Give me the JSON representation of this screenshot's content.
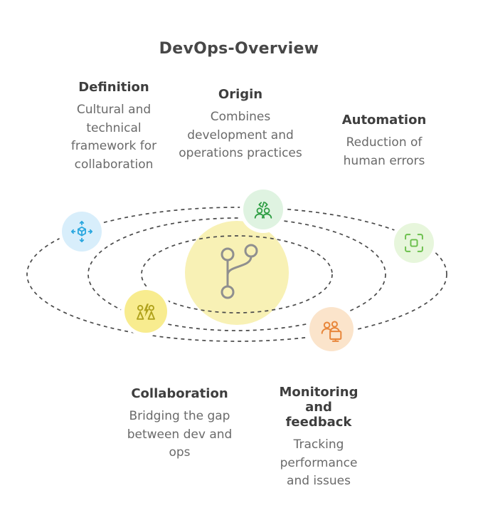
{
  "title": "DevOps-Overview",
  "sections": {
    "definition": {
      "heading": "Definition",
      "body": "Cultural and technical framework for collaboration"
    },
    "origin": {
      "heading": "Origin",
      "body": "Combines development and operations practices"
    },
    "automation": {
      "heading": "Automation",
      "body": "Reduction of human errors"
    },
    "collaboration": {
      "heading": "Collaboration",
      "body": "Bridging the gap between dev and ops"
    },
    "monitoring": {
      "heading": "Monitoring and feedback",
      "body": "Tracking performance and issues"
    }
  },
  "icons": {
    "center": "git-branch-icon",
    "satellites": [
      "cube-arrows-icon",
      "pair-programming-icon",
      "scan-frame-icon",
      "team-energy-icon",
      "team-desktop-icon"
    ]
  },
  "palette": {
    "center_fill": "#f8f1b5",
    "orbit_stroke": "#4a4a4a",
    "heading_text": "#3e3e3e",
    "body_text": "#6a6a6a",
    "blue": "#2aa7df",
    "green": "#2f9e44",
    "light_green": "#6abf4b",
    "olive": "#b0a21c",
    "orange": "#e8873c"
  }
}
